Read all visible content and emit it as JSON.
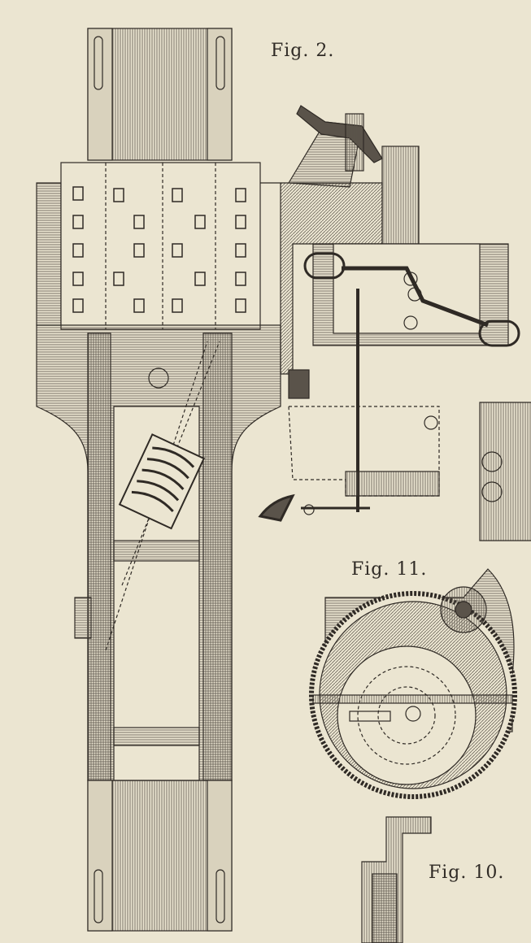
{
  "labels": {
    "fig2": "Fig. 2.",
    "fig11": "Fig. 11.",
    "fig10": "Fig. 10."
  },
  "colors": {
    "paper": "#ebe5d1",
    "ink": "#2f2a25",
    "hatch": "#5a534a"
  }
}
